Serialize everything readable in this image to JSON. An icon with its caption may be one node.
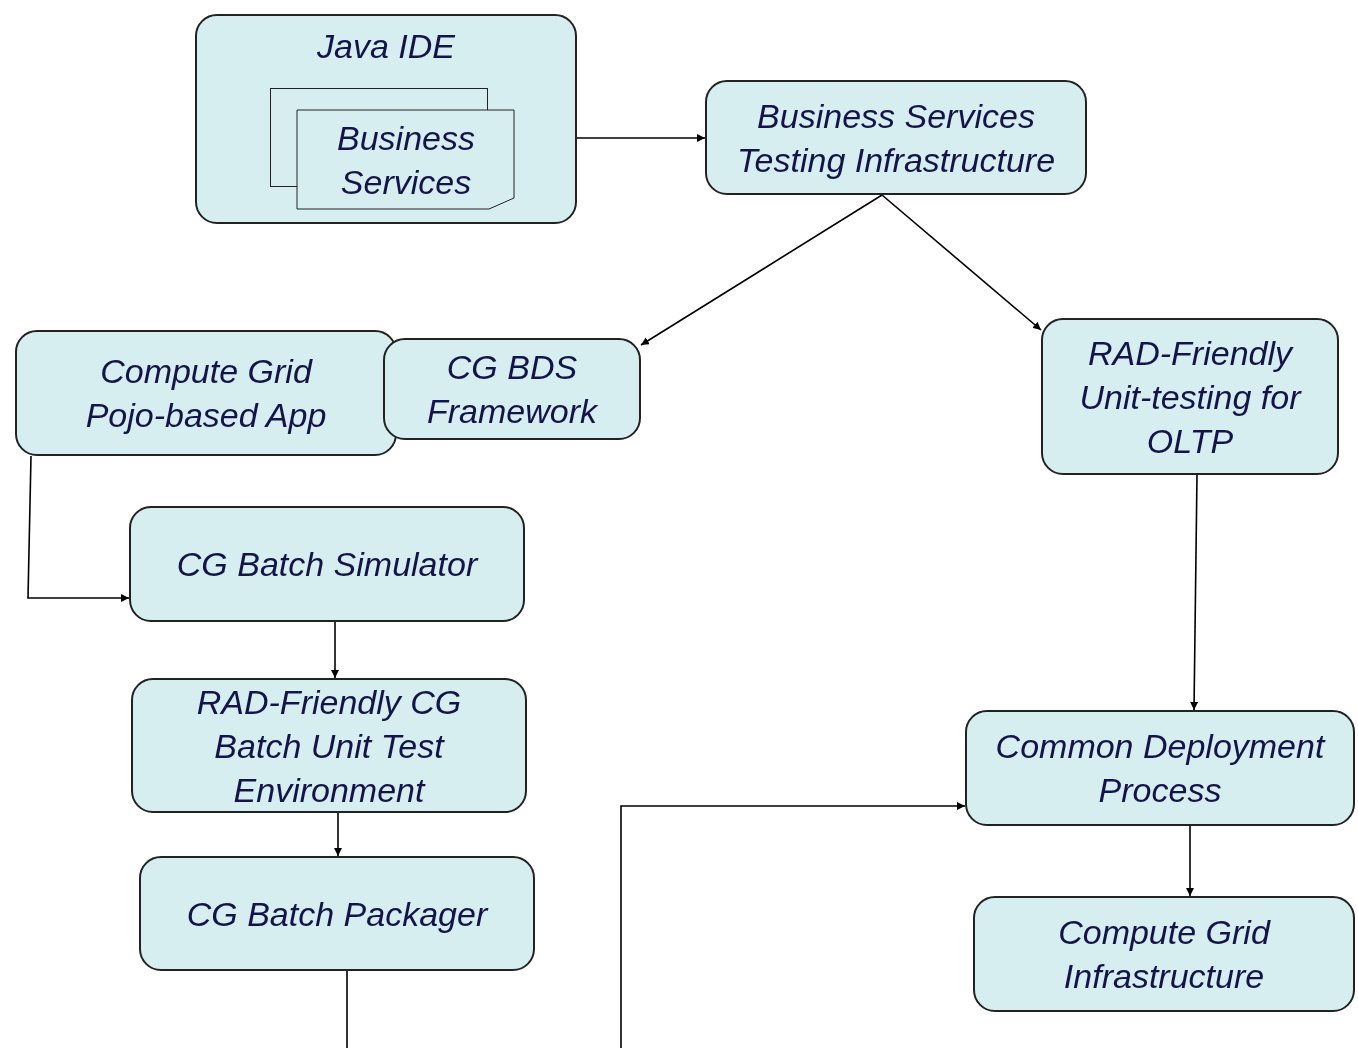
{
  "diagram": {
    "nodes": [
      {
        "text": [
          "Java IDE"
        ]
      },
      {
        "text": [
          "Business Services"
        ],
        "in": 0
      },
      {
        "text": [
          "Business Services Testing Infrastructure"
        ]
      },
      {
        "text": [
          "Compute Grid Pojo-based App"
        ]
      },
      {
        "text": [
          "CG BDS Framework"
        ]
      },
      {
        "text": [
          "RAD-Friendly Unit-testing for OLTP"
        ]
      },
      {
        "text": [
          "CG Batch Simulator"
        ]
      },
      {
        "text": [
          "RAD-Friendly CG Batch Unit Test Environment"
        ]
      },
      {
        "text": [
          "CG Batch Packager"
        ]
      },
      {
        "text": [
          "Common Deployment Process"
        ]
      },
      {
        "text": [
          "Compute Grid Infrastructure"
        ]
      }
    ],
    "edges": [
      {
        "from": 1,
        "to": 2,
        "arrow": "to"
      },
      {
        "from": 2,
        "to": 4,
        "arrow": "to"
      },
      {
        "from": 2,
        "to": 5,
        "arrow": "to"
      },
      {
        "from": 3,
        "to": 6,
        "arrow": "to"
      },
      {
        "from": 6,
        "to": 7,
        "arrow": "to"
      },
      {
        "from": 7,
        "to": 8,
        "arrow": "to"
      },
      {
        "from": 5,
        "to": 9,
        "arrow": "to"
      },
      {
        "from": null,
        "to": 9,
        "arrow": "to"
      },
      {
        "from": 8,
        "to": null,
        "arrow": "none"
      },
      {
        "from": 9,
        "to": 10,
        "arrow": "to"
      }
    ]
  }
}
